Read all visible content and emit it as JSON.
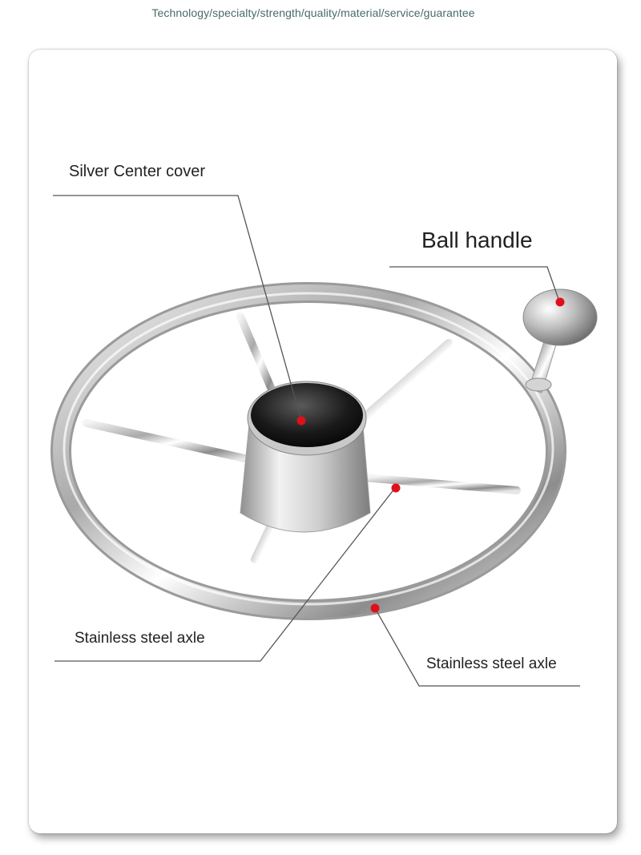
{
  "tagline": "Technology/specialty/strength/quality/material/service/guarantee",
  "callouts": {
    "center_cover": "Silver Center cover",
    "ball_handle": "Ball handle",
    "axle_left": "Stainless steel axle",
    "axle_right": "Stainless steel axle"
  },
  "colors": {
    "marker": "#e0101a",
    "leader_line": "#555555",
    "tagline": "#4a6a6a"
  }
}
